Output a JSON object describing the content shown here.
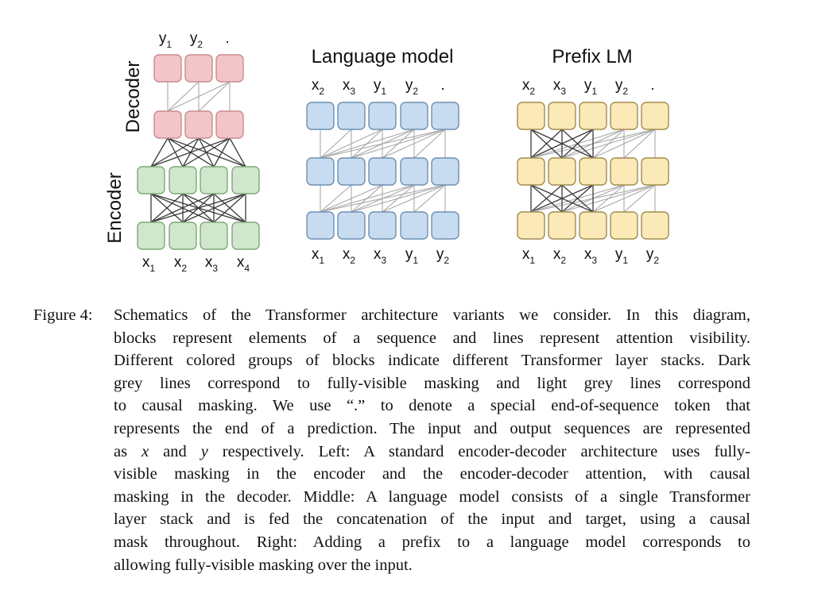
{
  "diagram": {
    "encoder_decoder": {
      "decoder_label": "Decoder",
      "encoder_label": "Encoder",
      "outputs": [
        {
          "base": "y",
          "sub": "1"
        },
        {
          "base": "y",
          "sub": "2"
        },
        {
          "base": ".",
          "sub": ""
        }
      ],
      "inputs": [
        {
          "base": "x",
          "sub": "1"
        },
        {
          "base": "x",
          "sub": "2"
        },
        {
          "base": "x",
          "sub": "3"
        },
        {
          "base": "x",
          "sub": "4"
        }
      ],
      "colors": {
        "decoder_fill": "#f2c6c9",
        "decoder_stroke": "#c98b8f",
        "encoder_fill": "#cfe7cb",
        "encoder_stroke": "#7fa87a"
      }
    },
    "language_model": {
      "title": "Language model",
      "outputs": [
        {
          "base": "x",
          "sub": "2"
        },
        {
          "base": "x",
          "sub": "3"
        },
        {
          "base": "y",
          "sub": "1"
        },
        {
          "base": "y",
          "sub": "2"
        },
        {
          "base": ".",
          "sub": ""
        }
      ],
      "inputs": [
        {
          "base": "x",
          "sub": "1"
        },
        {
          "base": "x",
          "sub": "2"
        },
        {
          "base": "x",
          "sub": "3"
        },
        {
          "base": "y",
          "sub": "1"
        },
        {
          "base": "y",
          "sub": "2"
        }
      ],
      "colors": {
        "fill": "#c7dcf1",
        "stroke": "#6f8fb0"
      }
    },
    "prefix_lm": {
      "title": "Prefix LM",
      "outputs": [
        {
          "base": "x",
          "sub": "2"
        },
        {
          "base": "x",
          "sub": "3"
        },
        {
          "base": "y",
          "sub": "1"
        },
        {
          "base": "y",
          "sub": "2"
        },
        {
          "base": ".",
          "sub": ""
        }
      ],
      "inputs": [
        {
          "base": "x",
          "sub": "1"
        },
        {
          "base": "x",
          "sub": "2"
        },
        {
          "base": "x",
          "sub": "3"
        },
        {
          "base": "y",
          "sub": "1"
        },
        {
          "base": "y",
          "sub": "2"
        }
      ],
      "colors": {
        "fill": "#fbe9b8",
        "stroke": "#a08c4e"
      }
    },
    "line_colors": {
      "dark": "#3a3a3a",
      "light": "#a8a8a8"
    }
  },
  "caption": {
    "label": "Figure 4:",
    "lines": [
      "Schematics of the Transformer architecture variants we consider. In this diagram,",
      "blocks represent elements of a sequence and lines represent attention visibility.",
      "Different colored groups of blocks indicate different Transformer layer stacks. Dark",
      "grey lines correspond to fully-visible masking and light grey lines correspond",
      "to causal masking. We use “.” to denote a special end-of-sequence token that",
      "represents the end of a prediction. The input and output sequences are represented",
      "as x and y respectively. Left: A standard encoder-decoder architecture uses fully-",
      "visible masking in the encoder and the encoder-decoder attention, with causal",
      "masking in the decoder. Middle: A language model consists of a single Transformer",
      "layer stack and is fed the concatenation of the input and target, using a causal",
      "mask throughout. Right: Adding a prefix to a language model corresponds to",
      "allowing fully-visible masking over the input."
    ]
  }
}
